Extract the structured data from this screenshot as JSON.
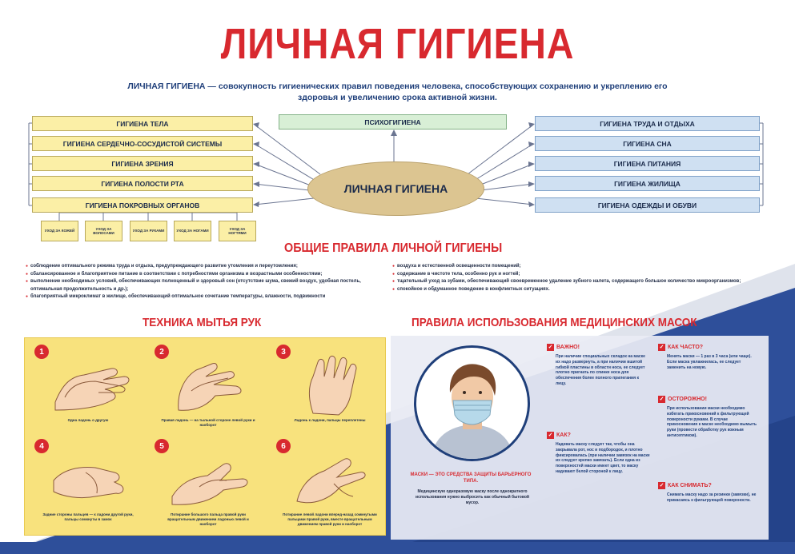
{
  "title": "ЛИЧНАЯ ГИГИЕНА",
  "definition": "ЛИЧНАЯ ГИГИЕНА — совокупность гигиенических правил поведения человека, способствующих сохранению и укреплению его здоровья и увеличению срока активной жизни.",
  "center_label": "ЛИЧНАЯ ГИГИЕНА",
  "top_box": "ПСИХОГИГИЕНА",
  "left_boxes": [
    "ГИГИЕНА ТЕЛА",
    "ГИГИЕНА СЕРДЕЧНО-СОСУДИСТОЙ СИСТЕМЫ",
    "ГИГИЕНА ЗРЕНИЯ",
    "ГИГИЕНА ПОЛОСТИ РТА",
    "ГИГИЕНА ПОКРОВНЫХ ОРГАНОВ"
  ],
  "sub_boxes": [
    "УХОД ЗА КОЖЕЙ",
    "УХОД ЗА ВОЛОСАМИ",
    "УХОД ЗА РУКАМИ",
    "УХОД ЗА НОГАМИ",
    "УХОД ЗА НОГТЯМИ"
  ],
  "right_boxes": [
    "ГИГИЕНА ТРУДА И ОТДЫХА",
    "ГИГИЕНА СНА",
    "ГИГИЕНА ПИТАНИЯ",
    "ГИГИЕНА ЖИЛИЩА",
    "ГИГИЕНА ОДЕЖДЫ И ОБУВИ"
  ],
  "rules_title": "ОБЩИЕ ПРАВИЛА ЛИЧНОЙ ГИГИЕНЫ",
  "rules_left": [
    "соблюдение оптимального режима труда и отдыха, предупреждающего развитие утомления и переутомления;",
    "сбалансированное и благоприятное питание в соответствии с потребностями организма и возрастными особенностями;",
    "выполнение необходимых условий, обеспечивающих полноценный и здоровый сон (отсутствие шума, свежий воздух, удобная постель, оптимальная продолжительность и др.);",
    "благоприятный микроклимат в жилище, обеспечивающий оптимальное сочетание температуры, влажности, подвижности"
  ],
  "rules_right": [
    "воздуха и естественной освещенности помещений;",
    "содержание в чистоте тела, особенно рук и ногтей;",
    "тщательный уход за зубами, обеспечивающий своевременное удаление зубного налета, содержащего большое количество микроорганизмов;",
    "спокойное и обдуманное поведение в конфликтных ситуациях."
  ],
  "hands_title": "ТЕХНИКА МЫТЬЯ РУК",
  "steps": [
    {
      "num": "1",
      "caption": "Одна ладонь о другую"
    },
    {
      "num": "2",
      "caption": "Правая ладонь — на тыльной стороне левой руки и наоборот"
    },
    {
      "num": "3",
      "caption": "Ладонь к ладони, пальцы переплетены"
    },
    {
      "num": "4",
      "caption": "Задние стороны пальцев — к ладони другой руки, пальцы сомкнуты в замок"
    },
    {
      "num": "5",
      "caption": "Потирание большого пальца правой руки вращательным движением ладонью левой и наоборот"
    },
    {
      "num": "6",
      "caption": "Потирание левой ладони вперед-назад сомкнутыми пальцами правой руки, вместе вращательным движением правой руки и наоборот"
    }
  ],
  "masks_title": "ПРАВИЛА ИСПОЛЬЗОВАНИЯ МЕДИЦИНСКИХ МАСОК",
  "mask_caption": "МАСКИ — ЭТО СРЕДСТВА ЗАЩИТЫ БАРЬЕРНОГО ТИПА.",
  "mask_desc": "Медицинскую одноразовую маску после однократного использования нужно выбросить как обычный бытовой мусор.",
  "mask_blocks": [
    {
      "head": "ВАЖНО!",
      "text": "При наличии специальных складок на маске их надо развернуть, а при наличии вшитой гибкой пластины в области носа, ее следует плотно пригнать по спинке носа для обеспечения более полного прилегания к лицу."
    },
    {
      "head": "КАК?",
      "text": "Надевать маску следует так, чтобы она закрывала рот, нос и подбородок, и плотно фиксировалась (при наличии завязок на маске их следует крепко завязать). Если одна из поверхностей маски имеет цвет, то маску надевают белой стороной к лицу."
    },
    {
      "head": "КАК ЧАСТО?",
      "text": "Менять маски — 1 раз в 3 часа (или чаще). Если маска увлажнилась, ее следует заменить на новую."
    },
    {
      "head": "ОСТОРОЖНО!",
      "text": "При использовании маски необходимо избегать прикосновений к фильтрующей поверхности руками. В случае прикосновения к маске необходимо вымыть руки (провести обработку рук кожным антисептиком)."
    },
    {
      "head": "КАК СНИМАТЬ?",
      "text": "Снимать маску надо за резинки (завязки), не прикасаясь к фильтрующей поверхности."
    }
  ],
  "colors": {
    "title_red": "#d8292f",
    "navy": "#1f3f7a",
    "blue_band": "#2e4f9a",
    "yellow": "#f8e27d"
  }
}
